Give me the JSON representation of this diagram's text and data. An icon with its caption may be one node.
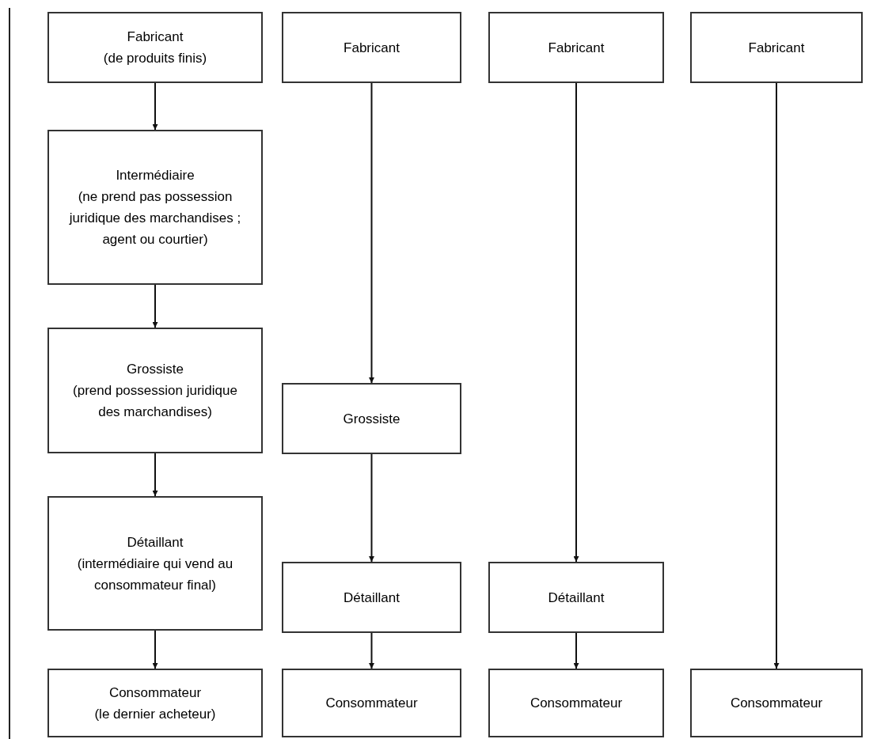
{
  "diagram": {
    "nodes": [
      {
        "text": [
          "Fabricant",
          "(de produits finis)"
        ]
      },
      {
        "text": [
          "Intermédiaire",
          "(ne prend pas possession juridique des marchandises ; agent ou courtier)"
        ]
      },
      {
        "text": [
          "Grossiste",
          "(prend possession juridique des marchandises)"
        ]
      },
      {
        "text": [
          "Détaillant",
          "(intermédiaire qui vend au consommateur final)"
        ]
      },
      {
        "text": [
          "Consommateur",
          "(le dernier acheteur)"
        ]
      },
      {
        "text": [
          "Fabricant"
        ]
      },
      {
        "text": [
          "Grossiste"
        ]
      },
      {
        "text": [
          "Détaillant"
        ]
      },
      {
        "text": [
          "Consommateur"
        ]
      },
      {
        "text": [
          "Fabricant"
        ]
      },
      {
        "text": [
          "Détaillant"
        ]
      },
      {
        "text": [
          "Consommateur"
        ]
      },
      {
        "text": [
          "Fabricant"
        ]
      },
      {
        "text": [
          "Consommateur"
        ]
      }
    ],
    "edges": [
      {
        "from": 0,
        "to": 1,
        "arrow": "to"
      },
      {
        "from": 1,
        "to": 2,
        "arrow": "to"
      },
      {
        "from": 2,
        "to": 3,
        "arrow": "to"
      },
      {
        "from": 3,
        "to": 4,
        "arrow": "to"
      },
      {
        "from": 5,
        "to": 6,
        "arrow": "to"
      },
      {
        "from": 6,
        "to": 7,
        "arrow": "to"
      },
      {
        "from": 7,
        "to": 8,
        "arrow": "to"
      },
      {
        "from": 9,
        "to": 10,
        "arrow": "to"
      },
      {
        "from": 10,
        "to": 11,
        "arrow": "to"
      },
      {
        "from": 12,
        "to": 13,
        "arrow": "to"
      }
    ]
  }
}
